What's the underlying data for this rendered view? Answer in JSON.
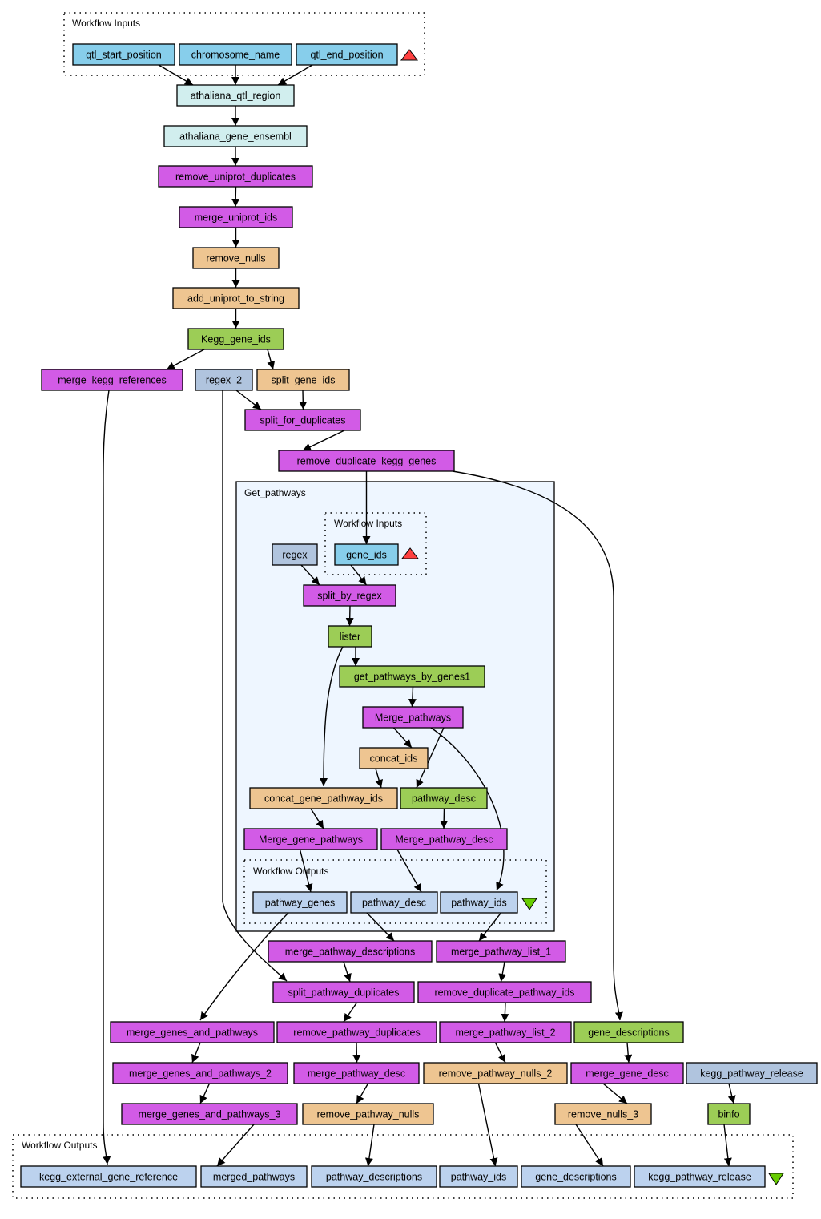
{
  "colors": {
    "input": "#87ceeb",
    "biomart": "#d1eeee",
    "localworker": "#d25be6",
    "beanshell": "#eec591",
    "wsdl": "#9ccd56",
    "constant": "#b0c4de",
    "output": "#bcd2ee",
    "subworkflow_bg": "#eef6ff",
    "input_triangle": "#ff4040",
    "output_triangle": "#66cc00"
  },
  "clusters": {
    "workflow_inputs": "Workflow Inputs",
    "get_pathways": "Get_pathways",
    "inner_inputs": "Workflow Inputs",
    "inner_outputs": "Workflow Outputs",
    "workflow_outputs": "Workflow Outputs"
  },
  "nodes": [
    {
      "id": "qtl_start_position",
      "label": "qtl_start_position",
      "type": "input"
    },
    {
      "id": "chromosome_name",
      "label": "chromosome_name",
      "type": "input"
    },
    {
      "id": "qtl_end_position",
      "label": "qtl_end_position",
      "type": "input"
    },
    {
      "id": "athaliana_qtl_region",
      "label": "athaliana_qtl_region",
      "type": "biomart"
    },
    {
      "id": "athaliana_gene_ensembl",
      "label": "athaliana_gene_ensembl",
      "type": "biomart"
    },
    {
      "id": "remove_uniprot_duplicates",
      "label": "remove_uniprot_duplicates",
      "type": "localworker"
    },
    {
      "id": "merge_uniprot_ids",
      "label": "merge_uniprot_ids",
      "type": "localworker"
    },
    {
      "id": "remove_nulls",
      "label": "remove_nulls",
      "type": "beanshell"
    },
    {
      "id": "add_uniprot_to_string",
      "label": "add_uniprot_to_string",
      "type": "beanshell"
    },
    {
      "id": "Kegg_gene_ids",
      "label": "Kegg_gene_ids",
      "type": "wsdl"
    },
    {
      "id": "merge_kegg_references",
      "label": "merge_kegg_references",
      "type": "localworker"
    },
    {
      "id": "regex_2",
      "label": "regex_2",
      "type": "constant"
    },
    {
      "id": "split_gene_ids",
      "label": "split_gene_ids",
      "type": "beanshell"
    },
    {
      "id": "split_for_duplicates",
      "label": "split_for_duplicates",
      "type": "localworker"
    },
    {
      "id": "remove_duplicate_kegg_genes",
      "label": "remove_duplicate_kegg_genes",
      "type": "localworker"
    },
    {
      "id": "regex",
      "label": "regex",
      "type": "constant"
    },
    {
      "id": "gene_ids",
      "label": "gene_ids",
      "type": "input"
    },
    {
      "id": "split_by_regex",
      "label": "split_by_regex",
      "type": "localworker"
    },
    {
      "id": "lister",
      "label": "lister",
      "type": "wsdl"
    },
    {
      "id": "get_pathways_by_genes1",
      "label": "get_pathways_by_genes1",
      "type": "wsdl"
    },
    {
      "id": "Merge_pathways",
      "label": "Merge_pathways",
      "type": "localworker"
    },
    {
      "id": "concat_ids",
      "label": "concat_ids",
      "type": "beanshell"
    },
    {
      "id": "concat_gene_pathway_ids",
      "label": "concat_gene_pathway_ids",
      "type": "beanshell"
    },
    {
      "id": "pathway_desc",
      "label": "pathway_desc",
      "type": "wsdl"
    },
    {
      "id": "Merge_gene_pathways",
      "label": "Merge_gene_pathways",
      "type": "localworker"
    },
    {
      "id": "Merge_pathway_desc",
      "label": "Merge_pathway_desc",
      "type": "localworker"
    },
    {
      "id": "out_pathway_genes",
      "label": "pathway_genes",
      "type": "output"
    },
    {
      "id": "out_pathway_desc",
      "label": "pathway_desc",
      "type": "output"
    },
    {
      "id": "out_pathway_ids",
      "label": "pathway_ids",
      "type": "output"
    },
    {
      "id": "merge_pathway_descriptions",
      "label": "merge_pathway_descriptions",
      "type": "localworker"
    },
    {
      "id": "merge_pathway_list_1",
      "label": "merge_pathway_list_1",
      "type": "localworker"
    },
    {
      "id": "split_pathway_duplicates",
      "label": "split_pathway_duplicates",
      "type": "localworker"
    },
    {
      "id": "remove_duplicate_pathway_ids",
      "label": "remove_duplicate_pathway_ids",
      "type": "localworker"
    },
    {
      "id": "merge_genes_and_pathways",
      "label": "merge_genes_and_pathways",
      "type": "localworker"
    },
    {
      "id": "remove_pathway_duplicates",
      "label": "remove_pathway_duplicates",
      "type": "localworker"
    },
    {
      "id": "merge_pathway_list_2",
      "label": "merge_pathway_list_2",
      "type": "localworker"
    },
    {
      "id": "gene_descriptions",
      "label": "gene_descriptions",
      "type": "wsdl"
    },
    {
      "id": "merge_genes_and_pathways_2",
      "label": "merge_genes_and_pathways_2",
      "type": "localworker"
    },
    {
      "id": "merge_pathway_desc",
      "label": "merge_pathway_desc",
      "type": "localworker"
    },
    {
      "id": "remove_pathway_nulls_2",
      "label": "remove_pathway_nulls_2",
      "type": "beanshell"
    },
    {
      "id": "merge_gene_desc",
      "label": "merge_gene_desc",
      "type": "localworker"
    },
    {
      "id": "kegg_pathway_release",
      "label": "kegg_pathway_release",
      "type": "constant"
    },
    {
      "id": "merge_genes_and_pathways_3",
      "label": "merge_genes_and_pathways_3",
      "type": "localworker"
    },
    {
      "id": "remove_pathway_nulls",
      "label": "remove_pathway_nulls",
      "type": "beanshell"
    },
    {
      "id": "remove_nulls_3",
      "label": "remove_nulls_3",
      "type": "beanshell"
    },
    {
      "id": "binfo",
      "label": "binfo",
      "type": "wsdl"
    },
    {
      "id": "out_kegg_external_gene_reference",
      "label": "kegg_external_gene_reference",
      "type": "output"
    },
    {
      "id": "out_merged_pathways",
      "label": "merged_pathways",
      "type": "output"
    },
    {
      "id": "out_pathway_descriptions",
      "label": "pathway_descriptions",
      "type": "output"
    },
    {
      "id": "out_pathway_ids_final",
      "label": "pathway_ids",
      "type": "output"
    },
    {
      "id": "out_gene_descriptions",
      "label": "gene_descriptions",
      "type": "output"
    },
    {
      "id": "out_kegg_pathway_release",
      "label": "kegg_pathway_release",
      "type": "output"
    }
  ],
  "edges": [
    [
      "qtl_start_position",
      "athaliana_qtl_region"
    ],
    [
      "chromosome_name",
      "athaliana_qtl_region"
    ],
    [
      "qtl_end_position",
      "athaliana_qtl_region"
    ],
    [
      "athaliana_qtl_region",
      "athaliana_gene_ensembl"
    ],
    [
      "athaliana_gene_ensembl",
      "remove_uniprot_duplicates"
    ],
    [
      "remove_uniprot_duplicates",
      "merge_uniprot_ids"
    ],
    [
      "merge_uniprot_ids",
      "remove_nulls"
    ],
    [
      "remove_nulls",
      "add_uniprot_to_string"
    ],
    [
      "add_uniprot_to_string",
      "Kegg_gene_ids"
    ],
    [
      "Kegg_gene_ids",
      "merge_kegg_references"
    ],
    [
      "Kegg_gene_ids",
      "split_gene_ids"
    ],
    [
      "regex_2",
      "split_for_duplicates"
    ],
    [
      "split_gene_ids",
      "split_for_duplicates"
    ],
    [
      "split_for_duplicates",
      "remove_duplicate_kegg_genes"
    ],
    [
      "remove_duplicate_kegg_genes",
      "gene_ids"
    ],
    [
      "remove_duplicate_kegg_genes",
      "gene_descriptions"
    ],
    [
      "merge_kegg_references",
      "out_kegg_external_gene_reference"
    ],
    [
      "regex_2",
      "split_pathway_duplicates"
    ],
    [
      "regex",
      "split_by_regex"
    ],
    [
      "gene_ids",
      "split_by_regex"
    ],
    [
      "split_by_regex",
      "lister"
    ],
    [
      "lister",
      "get_pathways_by_genes1"
    ],
    [
      "lister",
      "concat_gene_pathway_ids"
    ],
    [
      "get_pathways_by_genes1",
      "Merge_pathways"
    ],
    [
      "Merge_pathways",
      "concat_ids"
    ],
    [
      "Merge_pathways",
      "pathway_desc"
    ],
    [
      "Merge_pathways",
      "out_pathway_ids"
    ],
    [
      "concat_ids",
      "concat_gene_pathway_ids"
    ],
    [
      "concat_gene_pathway_ids",
      "Merge_gene_pathways"
    ],
    [
      "pathway_desc",
      "Merge_pathway_desc"
    ],
    [
      "Merge_gene_pathways",
      "out_pathway_genes"
    ],
    [
      "Merge_pathway_desc",
      "out_pathway_desc"
    ],
    [
      "out_pathway_genes",
      "merge_genes_and_pathways"
    ],
    [
      "out_pathway_desc",
      "merge_pathway_descriptions"
    ],
    [
      "out_pathway_ids",
      "merge_pathway_list_1"
    ],
    [
      "merge_pathway_descriptions",
      "split_pathway_duplicates"
    ],
    [
      "merge_pathway_list_1",
      "remove_duplicate_pathway_ids"
    ],
    [
      "split_pathway_duplicates",
      "remove_pathway_duplicates"
    ],
    [
      "remove_duplicate_pathway_ids",
      "merge_pathway_list_2"
    ],
    [
      "merge_genes_and_pathways",
      "merge_genes_and_pathways_2"
    ],
    [
      "merge_genes_and_pathways_2",
      "merge_genes_and_pathways_3"
    ],
    [
      "merge_genes_and_pathways_3",
      "out_merged_pathways"
    ],
    [
      "remove_pathway_duplicates",
      "merge_pathway_desc"
    ],
    [
      "merge_pathway_desc",
      "remove_pathway_nulls"
    ],
    [
      "remove_pathway_nulls",
      "out_pathway_descriptions"
    ],
    [
      "merge_pathway_list_2",
      "remove_pathway_nulls_2"
    ],
    [
      "remove_pathway_nulls_2",
      "out_pathway_ids_final"
    ],
    [
      "gene_descriptions",
      "merge_gene_desc"
    ],
    [
      "merge_gene_desc",
      "remove_nulls_3"
    ],
    [
      "remove_nulls_3",
      "out_gene_descriptions"
    ],
    [
      "kegg_pathway_release",
      "binfo"
    ],
    [
      "binfo",
      "out_kegg_pathway_release"
    ]
  ]
}
